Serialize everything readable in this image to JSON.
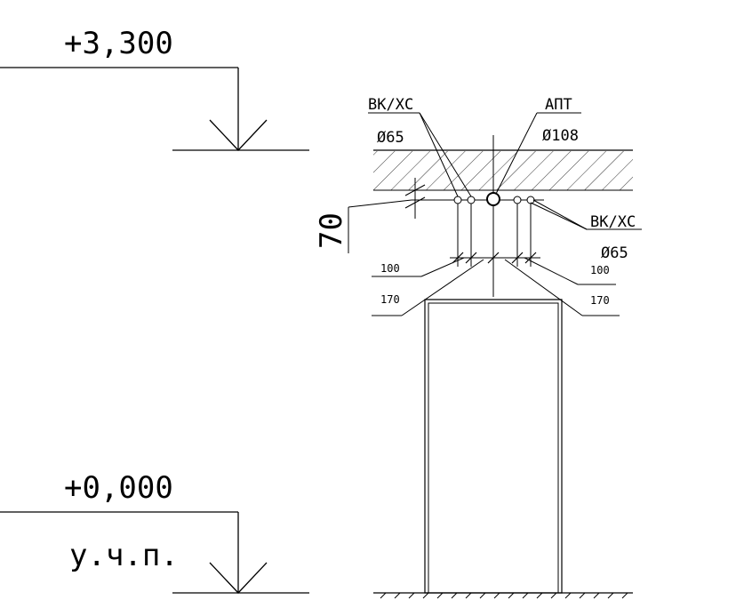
{
  "levels": {
    "top": "+3,300",
    "bottom": "+0,000",
    "bottom_note": "у.ч.п."
  },
  "callouts": {
    "vk_left_label": "ВК/ХС",
    "vk_left_dia": "Ø65",
    "apt_label": "АПТ",
    "apt_dia": "Ø108",
    "vk_right_label": "ВК/ХС",
    "vk_right_dia": "Ø65"
  },
  "dimensions": {
    "offset": "70",
    "left_inner": "100",
    "left_outer": "170",
    "right_inner": "100",
    "right_outer": "170"
  }
}
